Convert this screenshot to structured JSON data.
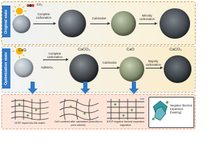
{
  "states": {
    "original": "Original state",
    "optimization": "Optimization state"
  },
  "top_row": {
    "co2": "CO₂",
    "step1": "Complete carbonation",
    "step2": "Calcination",
    "step3": "Minority carbonation"
  },
  "mid_row": {
    "cao_1": "CaO",
    "caco3_1": "CaCO₃",
    "cao_2": "CaO",
    "caco3_2": "CaCO₃",
    "dopant": "NdMnO₃",
    "step1": "Complete carbonation",
    "step2": "Calcination",
    "step3": "Majority carbonation"
  },
  "bottom_row": {
    "mesh1": "NTEP doped into the matrix",
    "mesh2": "CaO confined after calcination (reduction in pore volume)",
    "mesh3": "NTEP negative thermal expansion regulation",
    "legend": "Negative thermal expansion (heating)"
  },
  "colors": {
    "accent_blue": "#2f78c4",
    "sun_yellow": "#f4b400",
    "co2_red": "#d63b2a"
  }
}
